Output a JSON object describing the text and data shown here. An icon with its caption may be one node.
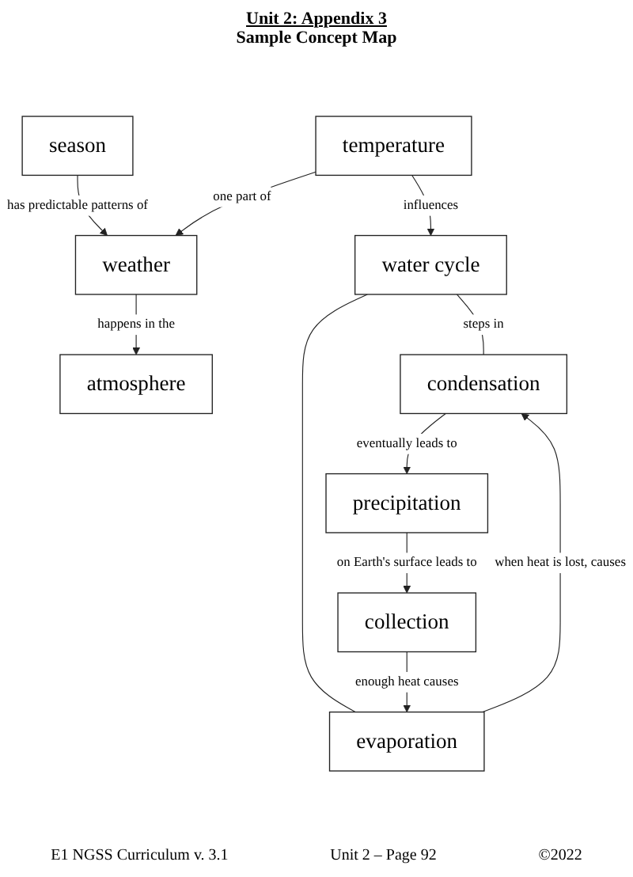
{
  "diagram": {
    "title": "Unit 2: Appendix 3",
    "nodes": [
      {
        "text": [
          "season"
        ]
      },
      {
        "text": [
          "weather"
        ]
      },
      {
        "text": [
          "atmosphere"
        ]
      },
      {
        "text": [
          "temperature"
        ]
      },
      {
        "text": [
          "water cycle"
        ]
      },
      {
        "text": [
          "condensation"
        ]
      },
      {
        "text": [
          "evaporation"
        ]
      },
      {
        "text": [
          "precipitation"
        ]
      },
      {
        "text": [
          "collection"
        ]
      }
    ],
    "edges": [
      {
        "from": 0,
        "to": 1,
        "arrow": "to",
        "label": "has predictable patterns of"
      },
      {
        "from": 1,
        "to": 2,
        "arrow": "to",
        "label": "happens in the"
      },
      {
        "from": 3,
        "to": 1,
        "arrow": "to",
        "label": "one part of"
      },
      {
        "from": 3,
        "to": 4,
        "arrow": "to",
        "label": "influences"
      },
      {
        "from": 4,
        "to": 5,
        "arrow": "none",
        "label": "steps in"
      },
      {
        "from": 4,
        "to": 6,
        "arrow": "none"
      },
      {
        "from": 6,
        "to": 5,
        "arrow": "to",
        "label": "when heat is lost, causes"
      },
      {
        "from": 5,
        "to": 7,
        "arrow": "to",
        "label": "eventually leads to"
      },
      {
        "from": 7,
        "to": 8,
        "arrow": "to",
        "label": "on Earth's surface leads to"
      },
      {
        "from": 8,
        "to": 6,
        "arrow": "to",
        "label": "enough heat causes"
      }
    ],
    "labels": [
      "Sample Concept Map",
      "E1 NGSS Curriculum v. 3.1",
      "Unit 2 – Page 92",
      "©2022"
    ]
  }
}
